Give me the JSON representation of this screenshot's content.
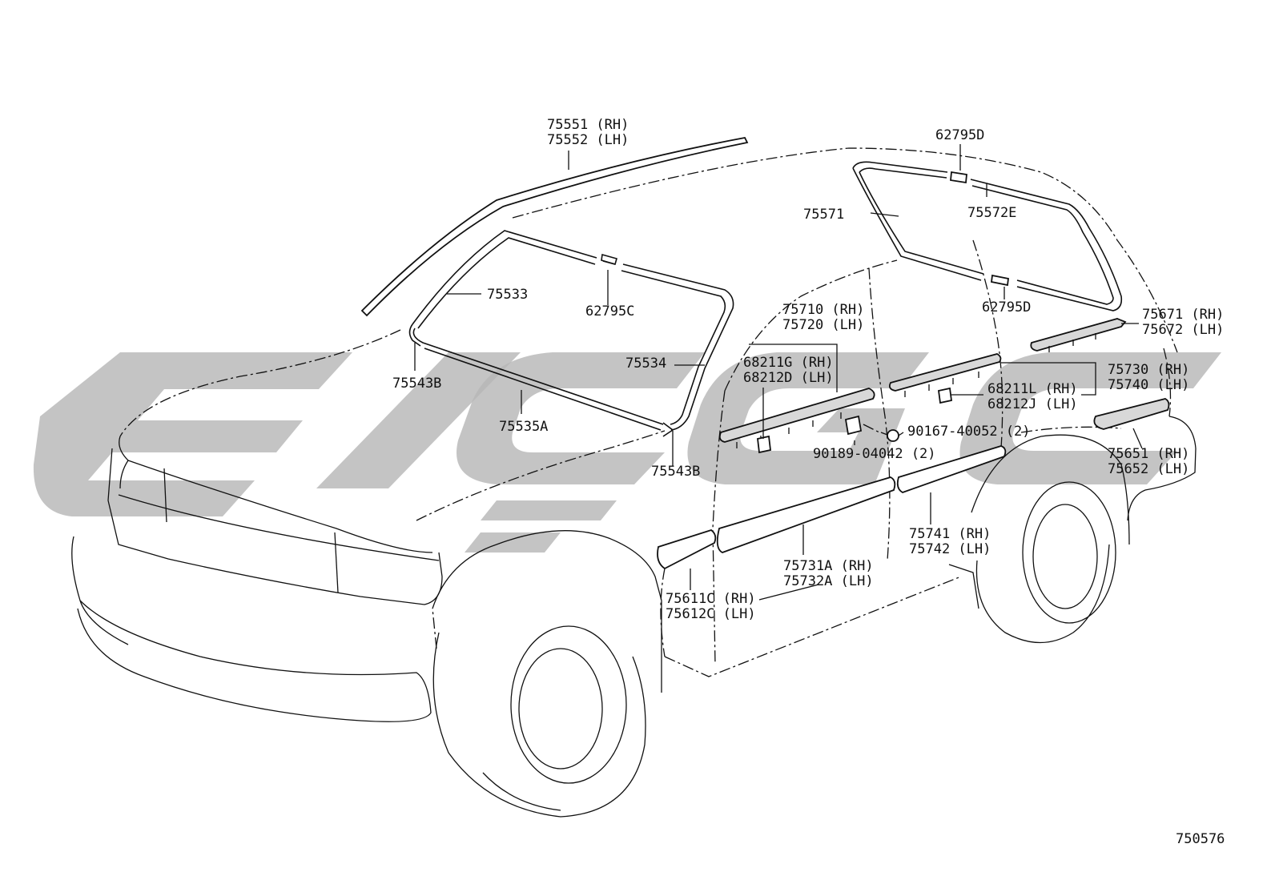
{
  "diagram": {
    "figure_code": "750576",
    "parts": {
      "roof_drip_rh": "75551 (RH)",
      "roof_drip_lh": "75552 (LH)",
      "back_glass_clip_upper": "62795D",
      "back_glass_moulding": "75571",
      "back_glass_moulding_upper": "75572E",
      "windshield_moulding_side": "75533",
      "windshield_clip": "62795C",
      "windshield_moulding_right": "75534",
      "windshield_moulding_lower": "75535A",
      "windshield_corner_left": "75543B",
      "windshield_corner_right": "75543B",
      "back_glass_clip_lower": "62795D",
      "quarter_upper_rh": "75671 (RH)",
      "quarter_upper_lh": "75672 (LH)",
      "front_belt_rh": "75710 (RH)",
      "front_belt_lh": "75720 (LH)",
      "front_belt_clip_rh": "68211G (RH)",
      "front_belt_clip_lh": "68212D (LH)",
      "rear_belt_rh": "75730 (RH)",
      "rear_belt_lh": "75740 (LH)",
      "rear_belt_clip_rh": "68211L (RH)",
      "rear_belt_clip_lh": "68212J (LH)",
      "screw": "90167-40052 (2)",
      "nut": "90189-04042 (2)",
      "quarter_side_rh": "75651 (RH)",
      "quarter_side_lh": "75652 (LH)",
      "rear_door_moulding_rh": "75741 (RH)",
      "rear_door_moulding_lh": "75742 (LH)",
      "front_door_moulding_rh": "75731A (RH)",
      "front_door_moulding_lh": "75732A (LH)",
      "fender_moulding_rh": "75611C (RH)",
      "fender_moulding_lh": "75612C (LH)"
    }
  }
}
